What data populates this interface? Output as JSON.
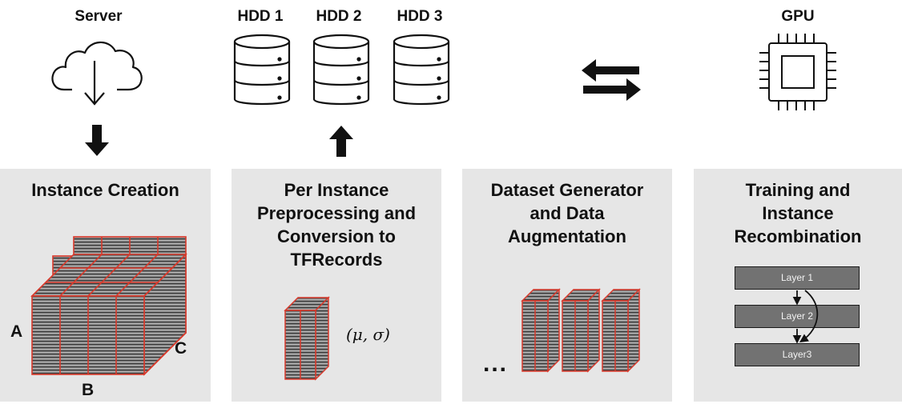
{
  "top_labels": {
    "server": "Server",
    "hdd1": "HDD 1",
    "hdd2": "HDD 2",
    "hdd3": "HDD 3",
    "gpu": "GPU"
  },
  "panels": [
    {
      "title": "Instance Creation"
    },
    {
      "title": "Per Instance\nPreprocessing and\nConversion to\nTFRecords"
    },
    {
      "title": "Dataset Generator\nand Data\nAugmentation"
    },
    {
      "title": "Training and\nInstance\nRecombination"
    }
  ],
  "axes": {
    "a": "A",
    "b": "B",
    "c": "C"
  },
  "stats_label": "(μ, σ)",
  "ellipsis": "...",
  "layers": [
    "Layer 1",
    "Layer 2",
    "Layer3"
  ],
  "colors": {
    "panel_bg": "#e6e6e6",
    "cube_edge": "#d9392b",
    "layer_fill": "#727272"
  },
  "icons": [
    "cloud-download-icon",
    "database-icon",
    "cpu-chip-icon",
    "bidirectional-arrows-icon"
  ]
}
